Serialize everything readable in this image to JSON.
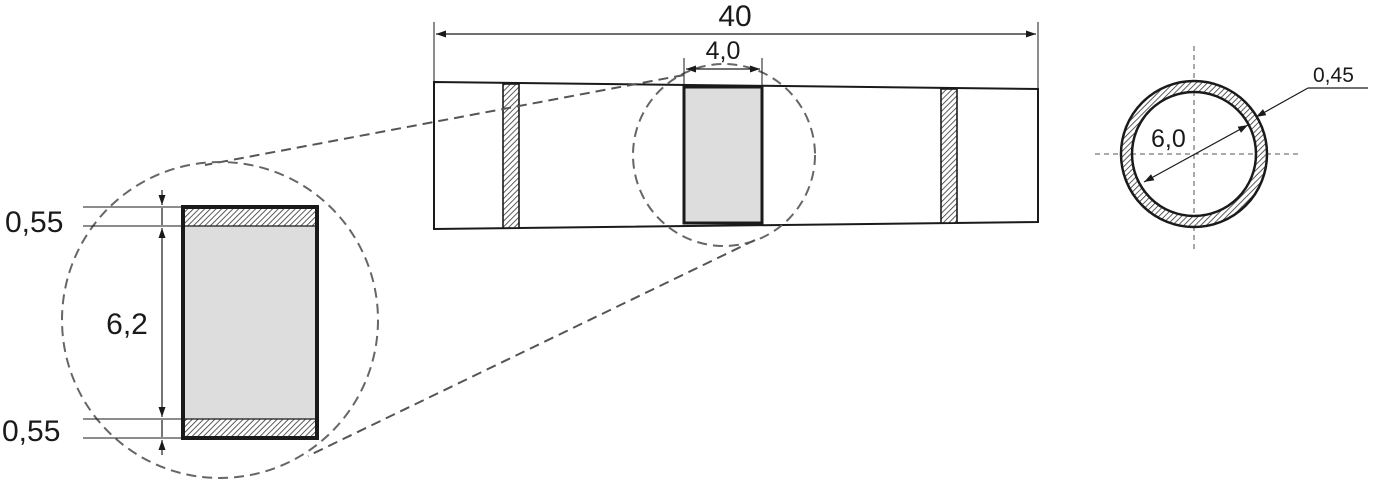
{
  "dimensions": {
    "overall_length": "40",
    "insert_width": "4,0",
    "wall_thickness_tube": "0,45",
    "tube_inner_diameter": "6,0",
    "detail_top_wall": "0,55",
    "detail_inner_height": "6,2",
    "detail_bottom_wall": "0,55"
  },
  "colors": {
    "line": "#1a1a1a",
    "fill_insert": "#dddddd",
    "dashed": "#666666"
  }
}
